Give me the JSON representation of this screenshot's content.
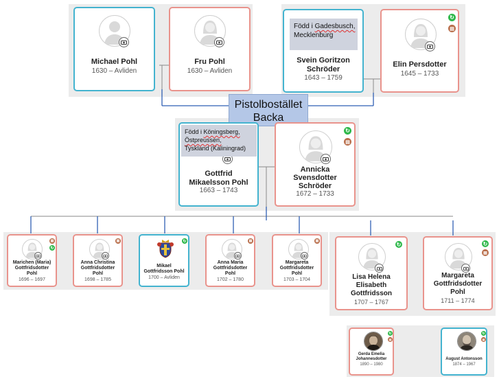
{
  "farm_label_line1": "Pistolbostället",
  "farm_label_line2": "Backa",
  "grandparents": {
    "p1": {
      "name": "Michael Pohl",
      "dates": "1630 – Avliden"
    },
    "p2": {
      "name": "Fru Pohl",
      "dates": "1630 – Avliden"
    },
    "p3": {
      "name_line1": "Svein Goritzon",
      "name_line2": "Schröder",
      "dates": "1643 – 1759",
      "note_prefix": "Född i ",
      "note_place": "Gadesbusch,",
      "note_line2": "Mecklenburg"
    },
    "p4": {
      "name": "Elin Persdotter",
      "dates": "1645 – 1733"
    }
  },
  "parents": {
    "father": {
      "name_line1": "Gottfrid",
      "name_line2": "Mikaelsson Pohl",
      "dates": "1663 – 1743",
      "note_prefix": "Född i ",
      "note_place": "Köningsberg,",
      "note_line2": "Östpreussen,",
      "note_line3": "Tyskland (Kaliningrad)"
    },
    "mother": {
      "name_line1": "Annicka",
      "name_line2": "Svensdotter",
      "name_line3": "Schröder",
      "dates": "1672 – 1733"
    }
  },
  "children": [
    {
      "l1": "Marichen (Maria)",
      "l2": "Gottfridsdotter",
      "l3": "Pohl",
      "dates": "1696 – 1697"
    },
    {
      "l1": "Anna Christina",
      "l2": "Gottfridsdotter",
      "l3": "Pohl",
      "dates": "1698 – 1785"
    },
    {
      "l1": "Mikael",
      "l2": "Gottfridsson Pohl",
      "l3": "",
      "dates": "1700 – Avliden"
    },
    {
      "l1": "Anna Maria",
      "l2": "Gottfridsdotter",
      "l3": "Pohl",
      "dates": "1702 – 1780"
    },
    {
      "l1": "Margareta",
      "l2": "Gottfridsdotter",
      "l3": "Pohl",
      "dates": "1703 – 1704"
    },
    {
      "l1": "Lisa Helena",
      "l2": "Elisabeth",
      "l3": "Gottfridsson",
      "dates": "1707 – 1767"
    },
    {
      "l1": "Margareta",
      "l2": "Gottfridsdotter",
      "l3": "Pohl",
      "dates": "1711 – 1774"
    }
  ],
  "grandchildren": [
    {
      "l1": "Gerda Emelia",
      "l2": "Johannesdotter",
      "dates": "1890 – 1980"
    },
    {
      "l1": "August Antonsson",
      "l2": "",
      "dates": "1874 – 1967"
    }
  ],
  "icons": {
    "hint": "hint-leaf-icon",
    "record": "record-document-icon",
    "camera": "camera-icon",
    "crest": "coat-of-arms-icon"
  },
  "colors": {
    "female_border": "#e9938c",
    "male_border": "#43b3cf",
    "connector": "#2f5fb3",
    "hint_green": "#2eb84a",
    "record_brown": "#b86d4a",
    "label_bg": "#b4c7e7"
  }
}
